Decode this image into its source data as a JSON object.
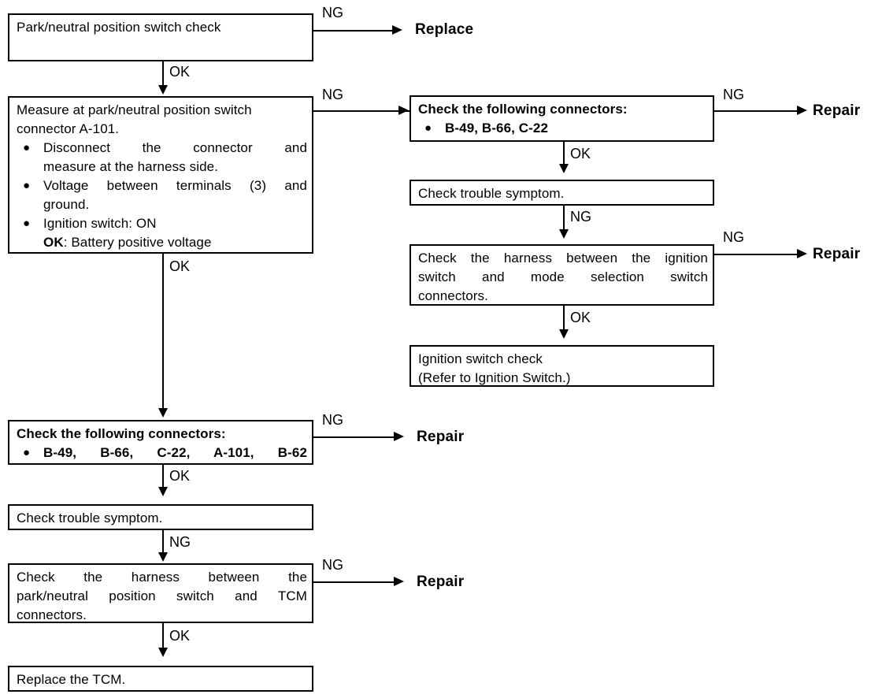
{
  "diagram": {
    "title": "Park/neutral position switch diagnostic flow chart",
    "type": "flowchart",
    "colors": {
      "line": "#000000",
      "background": "#ffffff",
      "text": "#000000"
    }
  },
  "left_column": {
    "box1": {
      "line1": "Park/neutral position switch check"
    },
    "box2": {
      "line1": "Measure at park/neutral position switch",
      "line2": "connector A-101.",
      "bullet1_line1": "Disconnect the connector and",
      "bullet1_line2": "measure at the harness side.",
      "bullet2_line1": "Voltage between terminals (3) and",
      "bullet2_line2": "ground.",
      "bullet3_line1": "Ignition switch: ON",
      "bullet3_line2_bold": "OK",
      "bullet3_line2_rest": ": Battery positive voltage",
      "bullet_glyph": "●"
    },
    "box3": {
      "heading": "Check the following connectors:",
      "bullet1": "B-49, B-66, C-22, A-101, B-62",
      "bullet_glyph": "●"
    },
    "box4": {
      "line1": "Check trouble symptom."
    },
    "box5": {
      "line1": "Check the harness between the",
      "line2": "park/neutral position switch and TCM",
      "line3": "connectors."
    },
    "box6": {
      "line1": "Replace the TCM."
    }
  },
  "right_column": {
    "box1": {
      "heading": "Check the following connectors:",
      "bullet1": "B-49, B-66, C-22",
      "bullet_glyph": "●"
    },
    "box2": {
      "line1": "Check trouble symptom."
    },
    "box3": {
      "line1": "Check the harness between the ignition",
      "line2": "switch and mode selection switch",
      "line3": "connectors."
    },
    "box4": {
      "line1": "Ignition switch check",
      "line2": "(Refer to  Ignition Switch.)"
    }
  },
  "edge_labels": {
    "ng": "NG",
    "ok": "OK"
  },
  "terminals": {
    "replace": "Replace",
    "repair": "Repair"
  }
}
